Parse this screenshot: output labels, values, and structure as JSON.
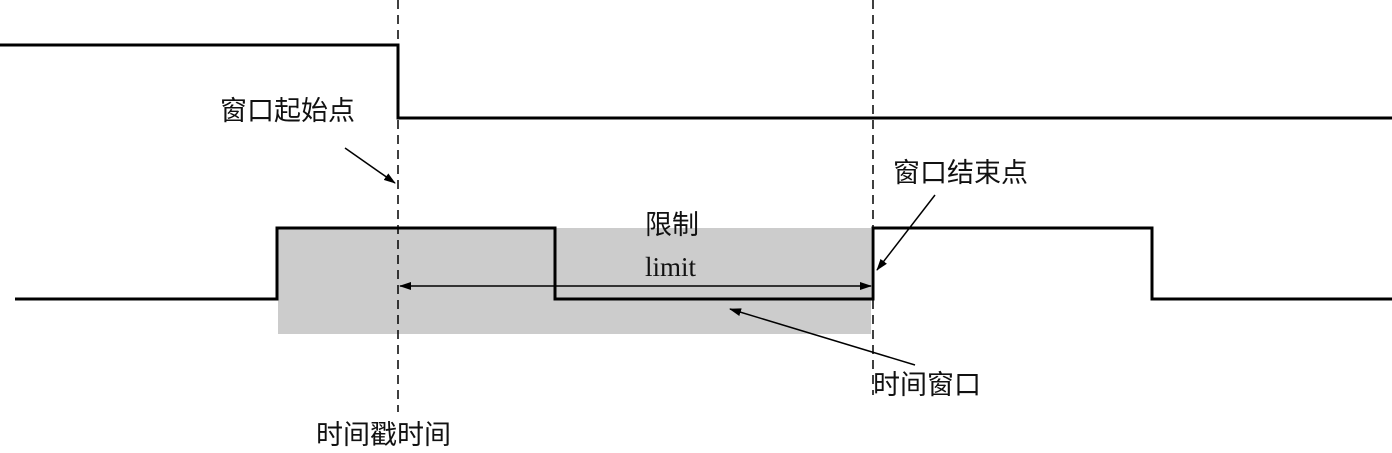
{
  "labels": {
    "window_start": "窗口起始点",
    "window_end": "窗口结束点",
    "limit_cn": "限制",
    "limit_en": "limit",
    "time_window": "时间窗口",
    "timestamp_time": "时间戳时间"
  },
  "colors": {
    "shade": "#cccccc",
    "line": "#000000"
  }
}
